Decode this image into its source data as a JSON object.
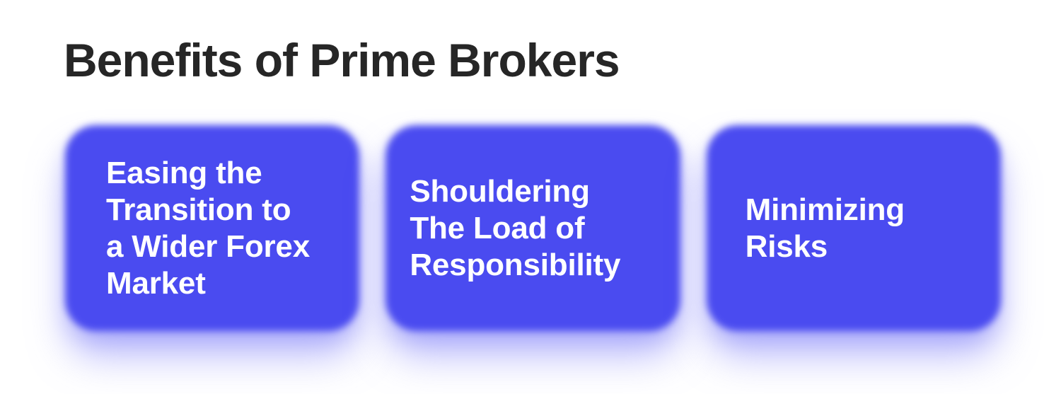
{
  "page": {
    "title": "Benefits of Prime Brokers"
  },
  "colors": {
    "background": "#FFFFFF",
    "title_text": "#262626",
    "card_fill": "#4A4BF0",
    "card_text": "#FFFFFF",
    "card_glow": "#7C7CF7"
  },
  "cards": [
    {
      "label": "Easing the\nTransition to\na Wider Forex\nMarket"
    },
    {
      "label": "Shouldering\nThe Load of\nResponsibility"
    },
    {
      "label": "Minimizing\nRisks"
    }
  ]
}
